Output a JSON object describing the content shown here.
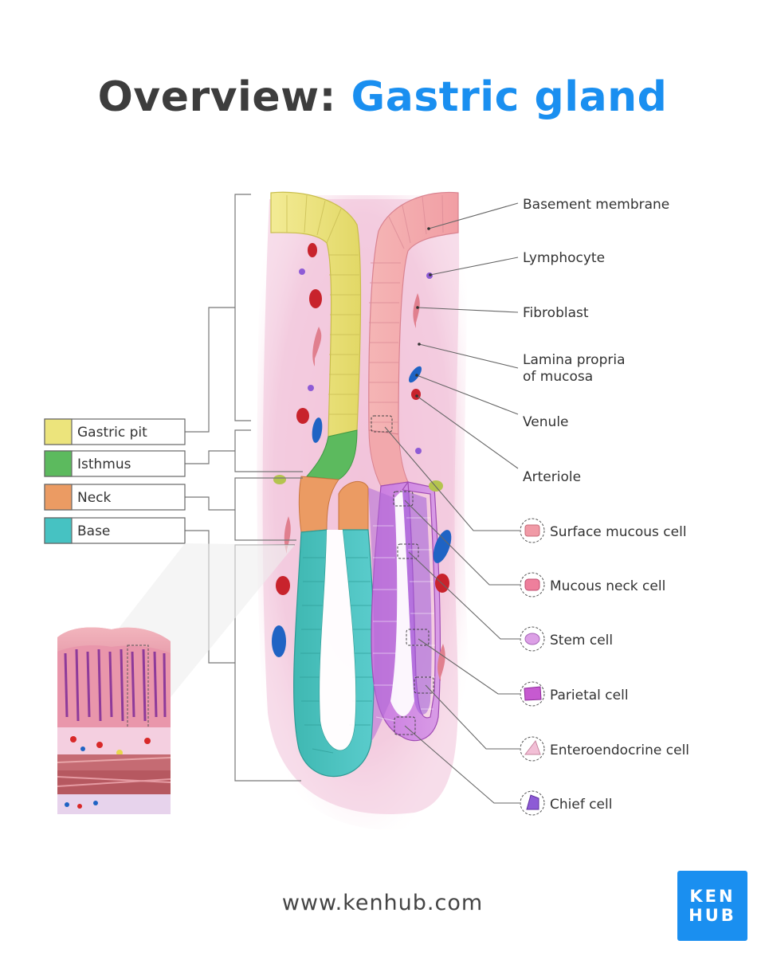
{
  "title": {
    "prefix": "Overview:",
    "highlight": "Gastric gland"
  },
  "colors": {
    "title_dark": "#3d3d3d",
    "title_accent": "#1a8ff0",
    "gastric_pit": "#ece47c",
    "isthmus": "#5cba5e",
    "neck": "#eb9b63",
    "base": "#46c2c2",
    "lamina_propria": "#f3cfe0",
    "surface_mucous": "#f2a8ac",
    "parietal": "#d07ad8",
    "chief": "#9a6be0",
    "logo_bg": "#1a8ff0"
  },
  "key": [
    {
      "label": "Gastric pit",
      "color": "#ece47c"
    },
    {
      "label": "Isthmus",
      "color": "#5cba5e"
    },
    {
      "label": "Neck",
      "color": "#eb9b63"
    },
    {
      "label": "Base",
      "color": "#46c2c2"
    }
  ],
  "labels": {
    "basement_membrane": "Basement membrane",
    "lymphocyte": "Lymphocyte",
    "fibroblast": "Fibroblast",
    "lamina_propria_line1": "Lamina propria",
    "lamina_propria_line2": "of mucosa",
    "venule": "Venule",
    "arteriole": "Arteriole"
  },
  "cell_types": [
    {
      "label": "Surface mucous cell",
      "icon": "surface-mucous-cell-icon",
      "color": "#f09aa6"
    },
    {
      "label": "Mucous neck cell",
      "icon": "mucous-neck-cell-icon",
      "color": "#ee7f9c"
    },
    {
      "label": "Stem cell",
      "icon": "stem-cell-icon",
      "color": "#dca0e6"
    },
    {
      "label": "Parietal cell",
      "icon": "parietal-cell-icon",
      "color": "#c65ad0"
    },
    {
      "label": "Enteroendocrine cell",
      "icon": "enteroendocrine-cell-icon",
      "color": "#f2bfd6"
    },
    {
      "label": "Chief cell",
      "icon": "chief-cell-icon",
      "color": "#8d5bd6"
    }
  ],
  "footer": {
    "url": "www.kenhub.com",
    "logo_line1": "KEN",
    "logo_line2": "HUB"
  }
}
